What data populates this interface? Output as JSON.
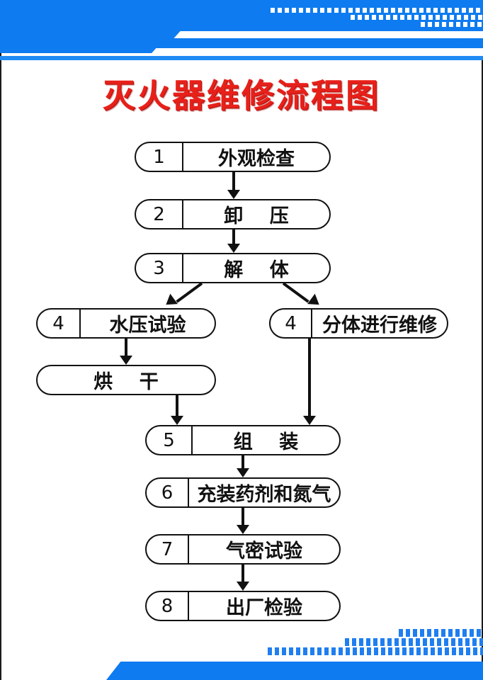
{
  "title": "灭火器维修流程图",
  "theme": {
    "blue": "#0e7bf0",
    "blue_light": "#1f8bf5",
    "title_red": "#e8201a",
    "line_black": "#111111",
    "background": "#ffffff"
  },
  "flow": {
    "nodes": [
      {
        "id": "n1",
        "number": "1",
        "label": "外观检查"
      },
      {
        "id": "n2",
        "number": "2",
        "label": "卸    压"
      },
      {
        "id": "n3",
        "number": "3",
        "label": "解    体"
      },
      {
        "id": "n4a",
        "number": "4",
        "label": "水压试验"
      },
      {
        "id": "n4b",
        "number": "4",
        "label": "分体进行维修"
      },
      {
        "id": "ndry",
        "number": "",
        "label": "烘    干"
      },
      {
        "id": "n5",
        "number": "5",
        "label": "组    装"
      },
      {
        "id": "n6",
        "number": "6",
        "label": "充装药剂和氮气"
      },
      {
        "id": "n7",
        "number": "7",
        "label": "气密试验"
      },
      {
        "id": "n8",
        "number": "8",
        "label": "出厂检验"
      }
    ],
    "edges": [
      {
        "from": "n1",
        "to": "n2",
        "kind": "straight-down"
      },
      {
        "from": "n2",
        "to": "n3",
        "kind": "straight-down"
      },
      {
        "from": "n3",
        "to": "n4a",
        "kind": "diagonal-left"
      },
      {
        "from": "n3",
        "to": "n4b",
        "kind": "diagonal-right"
      },
      {
        "from": "n4a",
        "to": "ndry",
        "kind": "straight-down"
      },
      {
        "from": "ndry",
        "to": "n5",
        "kind": "straight-down"
      },
      {
        "from": "n4b",
        "to": "n5",
        "kind": "straight-down"
      },
      {
        "from": "n5",
        "to": "n6",
        "kind": "straight-down"
      },
      {
        "from": "n6",
        "to": "n7",
        "kind": "straight-down"
      },
      {
        "from": "n7",
        "to": "n8",
        "kind": "straight-down"
      }
    ]
  }
}
